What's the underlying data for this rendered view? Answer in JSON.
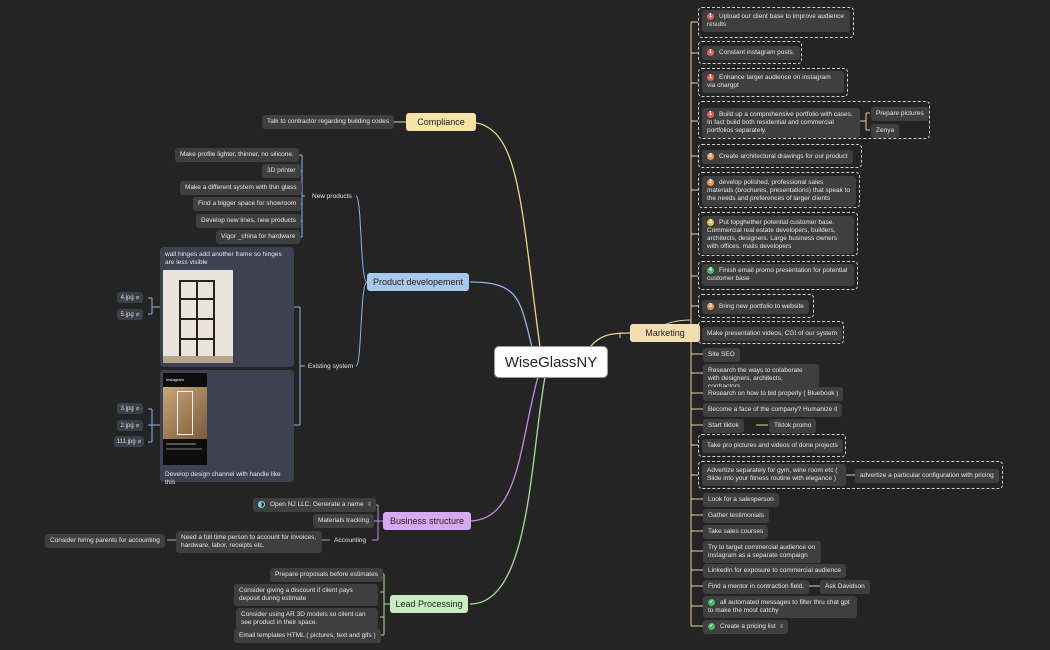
{
  "root": "WiseGlassNY",
  "branches": {
    "compliance": {
      "label": "Compliance",
      "items": [
        "Talk to contractor regarding building codes"
      ]
    },
    "product": {
      "label": "Product developement",
      "new_products": {
        "label": "New products",
        "items": [
          "Make profile lighter, thinner, no silicone.",
          "3D printer",
          "Make a different system with thin glass",
          "Find a bigger space for showroom",
          "Develop new lines, new products",
          "Vigor _china for hardware"
        ]
      },
      "existing": {
        "label": "Existing system",
        "card1_text": "wall hinges add another frame so hinges are less visible",
        "card2_text": "Develop design channel with handle like this",
        "card1_files": [
          "4.jpg",
          "5.jpg"
        ],
        "card2_files": [
          "3.jpg",
          "2.jpg",
          "111.jpg"
        ],
        "phone_header": "Instagram"
      }
    },
    "business": {
      "label": "Business structure",
      "items": [
        "Open NJ LLC. Generate a name",
        "Materials tracking"
      ],
      "accounting": {
        "label": "Accounting",
        "item": "Need a full time person to account for invoices, hardware, labor, receipts etc.",
        "sub": "Consider hiring parents for accounting"
      }
    },
    "lead": {
      "label": "Lead Processing",
      "items": [
        "Prepare proposals before estimates",
        "Consider giving a discount if client pays deposit during estimate",
        "Consider using AR 3D models so client can see product in their space.",
        "Email templates HTML ( pictures, text and gifs )"
      ]
    },
    "marketing": {
      "label": "Marketing",
      "priority_items": [
        {
          "badge": "1",
          "text": "Upload our client base to improve audience results"
        },
        {
          "badge": "1",
          "text": "Constant instagram posts."
        },
        {
          "badge": "1",
          "text": "Enhance target audience on instagram via chargpt"
        },
        {
          "badge": "1",
          "text": "Build up a comprehensive portfolio with cases. In fact build both residential and commercial portfolios separately."
        },
        {
          "badge": "2",
          "text": "Create architectural drawings for our product"
        },
        {
          "badge": "2",
          "text": "develop polished, professional sales materials (brochures, presentations) that speak to the needs and preferences of larger clients"
        },
        {
          "badge": "3",
          "text": "Put topghether potential customer base. Commercial real estate developers, builders, architects, designers. Large business owners with offices. mails developers"
        },
        {
          "badge": "4",
          "text": "Finish email promo presentation for potential customer base"
        },
        {
          "badge": "2",
          "text": "Bring new portfolio to website"
        }
      ],
      "portfolio_subs": [
        "Prepare pictures",
        "Zenya"
      ],
      "items": [
        "Make presentation videos, CGI of our system",
        "Site SEO",
        "Research the ways to colaborate with designers, architects, contractors",
        "Research on how to bid properly ( Bluebook )",
        "Become a face of the company? Humanize it",
        "Start tiktok",
        "Take pro pictures and videos of done projects",
        "Advertize separately for gym, wine room etc ( Slide into your fitness routine with elegance )",
        "Look for a salesperson",
        "Gather testimonials",
        "Take sales courses",
        "Try to target commercial audience on instagram as a separate compaign",
        "LinkedIn for exposure to commercial audience",
        "Find a mentor in contraction field.",
        "all automated messages to filter thru chat gpt to make the most catchy",
        "Create a pricing list"
      ],
      "tiktok_sub": "Tiktok promo",
      "advertize_sub": "advertize a particular configuration with pricing",
      "mentor_sub": "Ask Davidson"
    }
  },
  "colors": {
    "background": "#242424",
    "compliance": "#f6e3a6",
    "product": "#a9c8ee",
    "business": "#d7a9f0",
    "lead": "#c8eec0",
    "marketing": "#f4ddb0"
  }
}
